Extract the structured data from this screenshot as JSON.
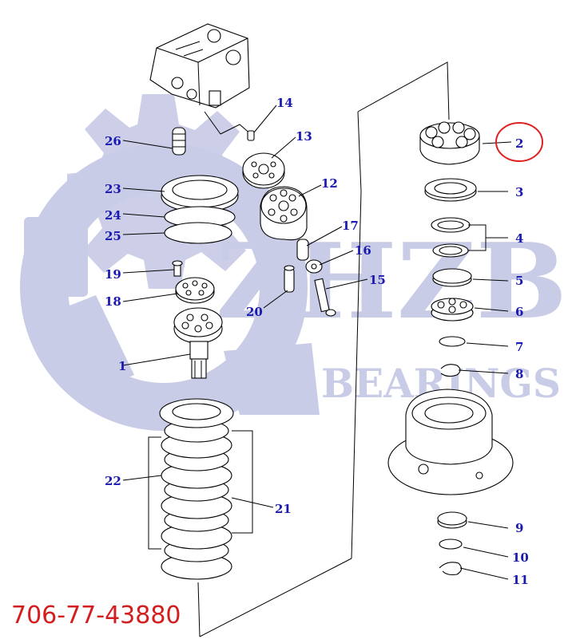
{
  "watermark": {
    "logo_text": "ZHZB",
    "sub_text": "BEARINGS",
    "color": "#c9cce6"
  },
  "part_numbers": [
    "1",
    "2",
    "3",
    "4",
    "5",
    "6",
    "7",
    "8",
    "9",
    "10",
    "11",
    "12",
    "13",
    "14",
    "15",
    "16",
    "17",
    "18",
    "19",
    "20",
    "21",
    "22",
    "23",
    "24",
    "25",
    "26"
  ],
  "highlight": {
    "part": "2",
    "color": "#e02020"
  },
  "label_color": "#1a1ab0",
  "catalog_code": "706-77-43880",
  "catalog_code_color": "#d21e1e"
}
